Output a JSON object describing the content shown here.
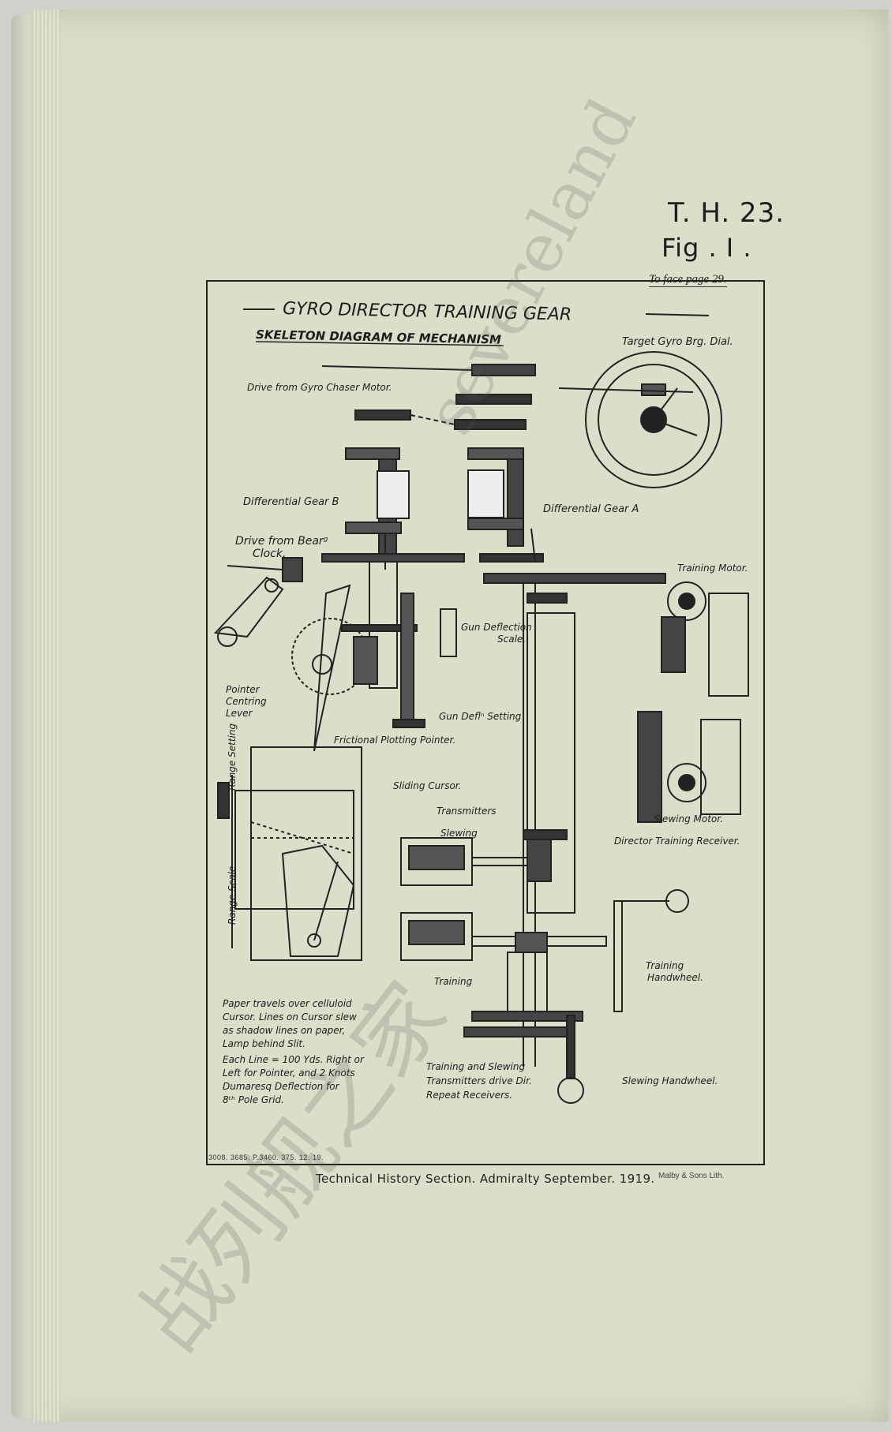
{
  "header": {
    "code": "T. H. 23.",
    "fig": "Fig . I .",
    "face_page": "To face page 29."
  },
  "diagram": {
    "title": "GYRO DIRECTOR TRAINING GEAR",
    "subtitle": "SKELETON DIAGRAM OF MECHANISM",
    "labels": {
      "target_dial": "Target Gyro Brg. Dial.",
      "drive_gyro": "Drive from Gyro Chaser Motor.",
      "diff_b": "Differential Gear B",
      "diff_a": "Differential Gear A",
      "drive_bear_1": "Drive from Bearᵍ",
      "drive_bear_2": "Clock.",
      "training_motor": "Training Motor.",
      "gun_defl_1": "Gun Deflection",
      "gun_defl_2": "Scale.",
      "pointer_1": "Pointer",
      "pointer_2": "Centring",
      "pointer_3": "Lever",
      "gun_defl_setting": "Gun Deflⁿ Setting",
      "range_setting": "Range Setting",
      "frictional": "Frictional Plotting Pointer.",
      "sliding": "Sliding Cursor.",
      "transmitters": "Transmitters",
      "slewing": "Slewing",
      "slewing_motor": "Slewing Motor.",
      "director_rec": "Director Training Receiver.",
      "range_scale": "Range Scale",
      "training": "Training",
      "training_hw_1": "Training",
      "training_hw_2": "Handwheel.",
      "slewing_hw": "Slewing Handwheel.",
      "notes": [
        "Paper travels over celluloid",
        "Cursor. Lines on Cursor slew",
        "as shadow lines on paper,",
        "Lamp behind Slit.",
        "Each Line = 100 Yds. Right or",
        "Left for Pointer, and 2 Knots",
        "Dumaresq Deflection for",
        "8ᵗʰ Pole Grid."
      ],
      "transmit_note": [
        "Training and Slewing",
        "Transmitters drive Dir.",
        "Repeat Receivers."
      ]
    }
  },
  "footer": {
    "caption": "Technical History Section. Admiralty September. 1919.",
    "printer": "Malby & Sons Lith.",
    "print_ref": "3008. 3685. P.3460. 375. 12. 19."
  },
  "watermark": {
    "latin": "severeland",
    "cjk": "战列舰之家"
  }
}
